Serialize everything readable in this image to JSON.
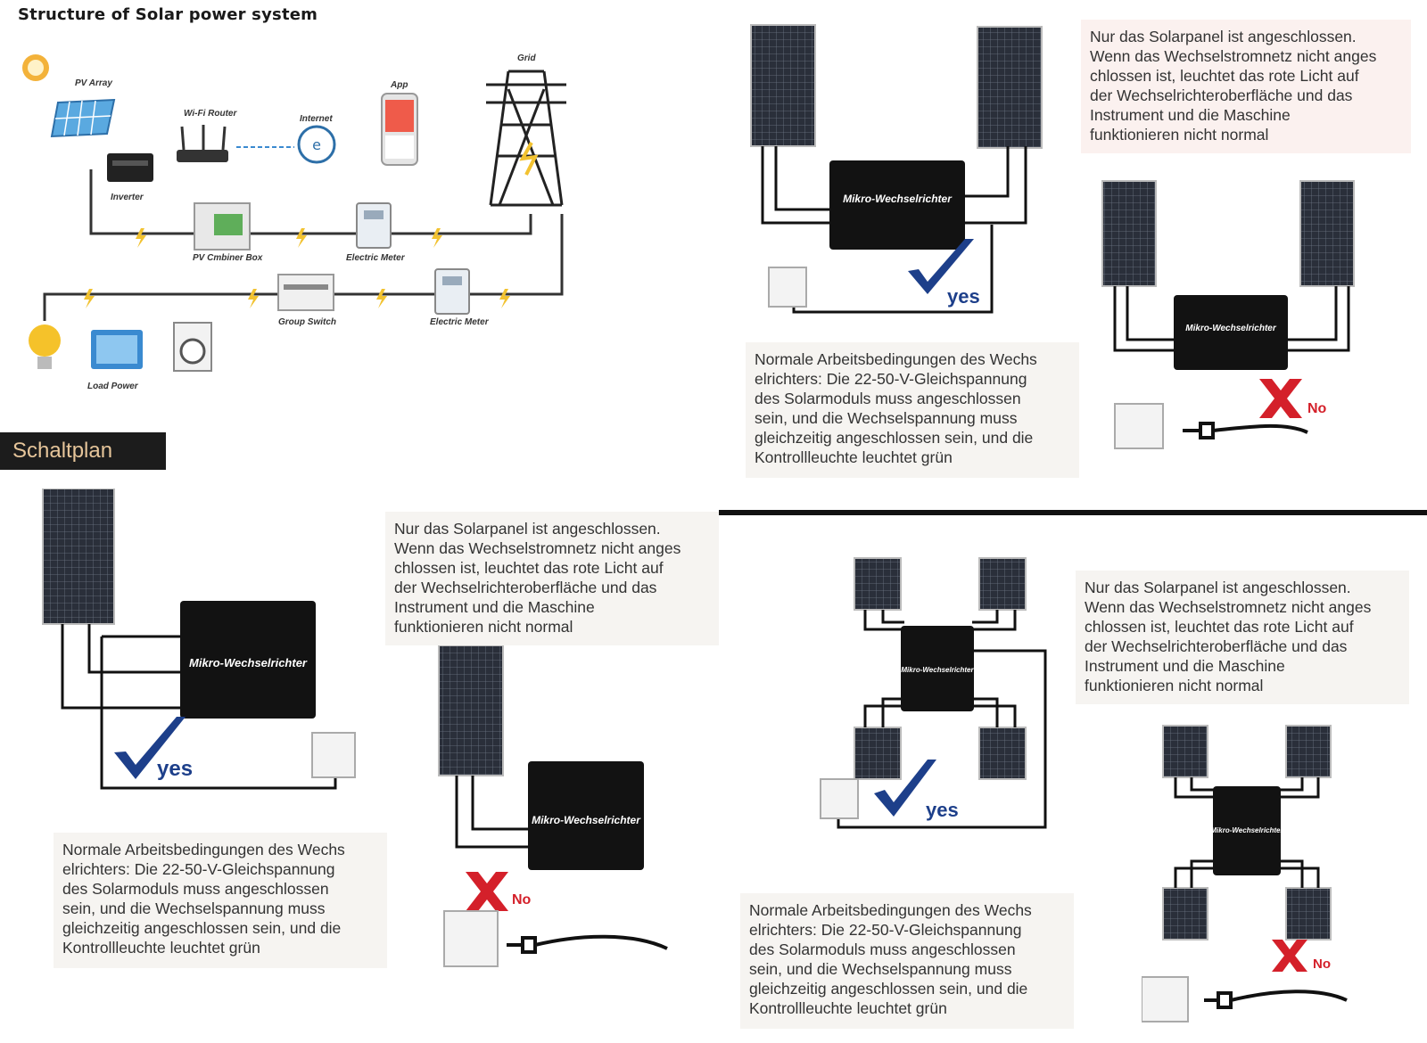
{
  "header": {
    "title": "Structure of Solar power system"
  },
  "system_diagram": {
    "labels": {
      "pv_array": "PV Array",
      "wifi_router": "Wi-Fi Router",
      "internet": "Internet",
      "app": "App",
      "grid": "Grid",
      "inverter": "Inverter",
      "combiner_box": "PV Cmbiner Box",
      "electric_meter_1": "Electric Meter",
      "group_switch": "Group Switch",
      "electric_meter_2": "Electric Meter",
      "load_power": "Load Power"
    }
  },
  "section_label": "Schaltplan",
  "device_label": "Mikro-Wechselrichter",
  "yes_label": "yes",
  "no_label": "No",
  "notes": {
    "not_normal": "Nur das Solarpanel ist angeschlossen.\nWenn das Wechselstromnetz nicht anges\nchlossen ist, leuchtet das rote Licht auf\nder Wechselrichteroberfläche und das\nInstrument und die Maschine\nfunktionieren nicht normal",
    "normal": "Normale Arbeitsbedingungen des Wechs\nelrichters: Die 22-50-V-Gleichspannung\ndes Solarmoduls muss angeschlossen\nsein, und die Wechselspannung muss\ngleichzeitig angeschlossen sein, und die\nKontrollleuchte leuchtet grün"
  },
  "colors": {
    "label_bg": "#1c1c1c",
    "label_text": "#e6c59a",
    "check_blue": "#1d3f8a",
    "cross_red": "#d4202a"
  }
}
